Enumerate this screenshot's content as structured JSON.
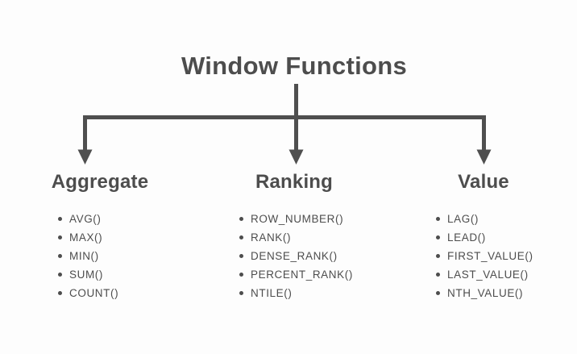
{
  "title": "Window Functions",
  "colors": {
    "text": "#4d4d4d",
    "line": "#4f4f4f",
    "background": "#fdfdfd"
  },
  "columns": [
    {
      "heading": "Aggregate",
      "items": [
        "AVG()",
        "MAX()",
        "MIN()",
        "SUM()",
        "COUNT()"
      ]
    },
    {
      "heading": "Ranking",
      "items": [
        "ROW_NUMBER()",
        "RANK()",
        "DENSE_RANK()",
        "PERCENT_RANK()",
        "NTILE()"
      ]
    },
    {
      "heading": "Value",
      "items": [
        "LAG()",
        "LEAD()",
        "FIRST_VALUE()",
        "LAST_VALUE()",
        "NTH_VALUE()"
      ]
    }
  ]
}
